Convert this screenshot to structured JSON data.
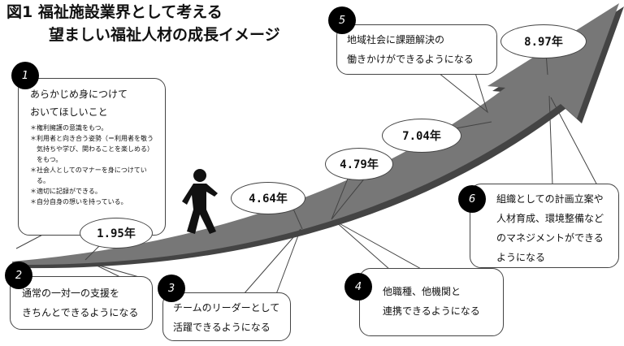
{
  "title": {
    "line1": "図1 福祉施設業界として考える",
    "line2": "望ましい福祉人材の成長イメージ"
  },
  "stages": [
    {
      "number": "1",
      "heading1": "あらかじめ身につけて",
      "heading2": "おいてほしいこと",
      "items": [
        "＊権利擁護の意識をもつ。",
        "＊利用者と向き合う姿勢（＝利用者を敬う",
        "　気持ちや学び、関わることを楽しめる）",
        "　をもつ。",
        "＊社会人としてのマナーを身につけてい",
        "　る。",
        "＊適切に記録ができる。",
        "＊自分自身の想いを持っている。"
      ]
    },
    {
      "number": "2",
      "lines": [
        "通常の一対一の支援を",
        "きちんとできるようになる"
      ],
      "years": "1.95年"
    },
    {
      "number": "3",
      "lines": [
        "チームのリーダーとして",
        "活躍できるようになる"
      ],
      "years": "4.64年"
    },
    {
      "number": "4",
      "lines": [
        "他職種、他機関と",
        "連携できるようになる"
      ],
      "years": "4.79年"
    },
    {
      "number": "5",
      "lines": [
        "地域社会に課題解決の",
        "働きかけができるようになる"
      ],
      "years": "7.04年"
    },
    {
      "number": "6",
      "lines": [
        "組織としての計画立案や",
        "人材育成、環境整備など",
        "のマネジメントができる",
        "ようになる"
      ],
      "years": "8.97年"
    }
  ],
  "colors": {
    "arrow": "#777777",
    "arrow_shadow": "#444444"
  }
}
